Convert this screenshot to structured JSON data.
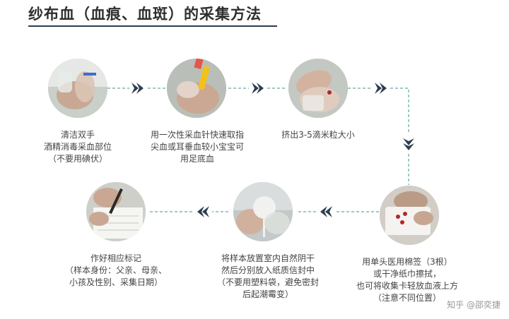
{
  "title": "纱布血（血痕、血斑）的采集方法",
  "steps": [
    {
      "lines": [
        "清洁双手",
        "酒精消毒采血部位",
        "（不要用碘伏）"
      ]
    },
    {
      "lines": [
        "用一次性采血针快速取指",
        "尖血或耳垂血较小宝宝可",
        "用足底血"
      ]
    },
    {
      "lines": [
        "挤出3-5滴米粒大小"
      ]
    },
    {
      "lines": [
        "用单头医用棉签（3根）",
        "或干净纸巾擦拭，",
        "也可将收集卡轻放血液上方",
        "（注意不同位置）"
      ]
    },
    {
      "lines": [
        "将样本放置室内自然阴干",
        "然后分别放入纸质信封中",
        "（不要用塑料袋，避免密封",
        "后起潮霉变）"
      ]
    },
    {
      "lines": [
        "作好相应标记",
        "（样本身份：父亲、母亲、",
        "小孩及性别、采集日期）"
      ]
    }
  ],
  "watermark": "知乎 @邵奕捷",
  "colors": {
    "connector": "#7fb8b0",
    "arrow": "#2c3e50",
    "underline": "#2c3e50"
  }
}
